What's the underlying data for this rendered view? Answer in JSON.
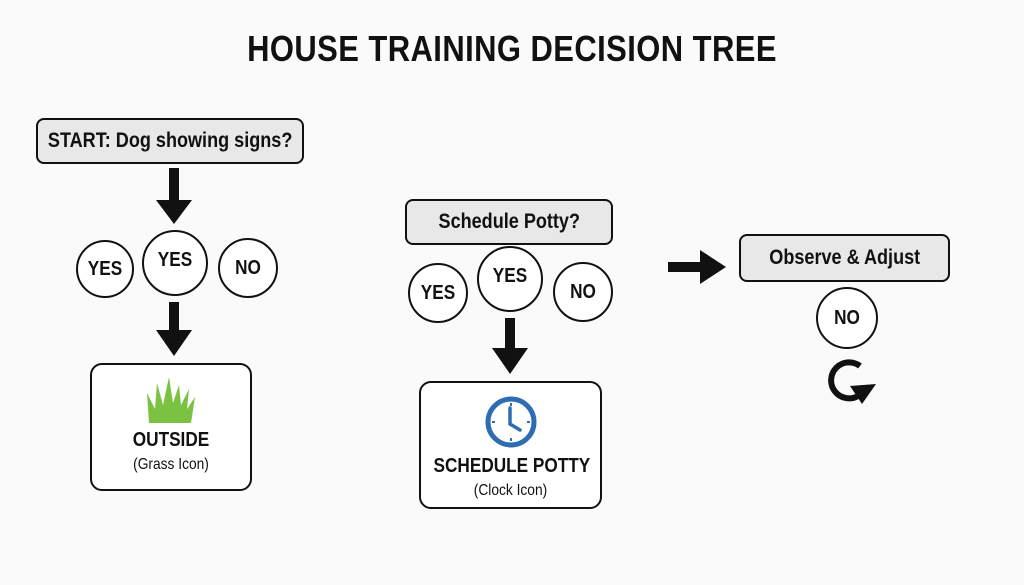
{
  "title": "HOUSE TRAINING DECISION TREE",
  "colors": {
    "background": "#fafafa",
    "box_fill": "#e8e8e8",
    "stroke": "#111111",
    "grass": "#7cc242",
    "clock": "#2f6db3"
  },
  "branch_left": {
    "question": "START: Dog showing signs?",
    "options": [
      "YES",
      "YES",
      "NO"
    ],
    "result": {
      "label": "OUTSIDE",
      "sublabel": "(Grass Icon)",
      "icon": "grass-icon"
    }
  },
  "branch_middle": {
    "question": "Schedule Potty?",
    "options": [
      "YES",
      "YES",
      "NO"
    ],
    "result": {
      "label": "SCHEDULE POTTY",
      "sublabel": "(Clock Icon)",
      "icon": "clock-icon"
    }
  },
  "branch_right": {
    "question": "Observe & Adjust",
    "options": [
      "NO"
    ],
    "icon": "refresh-loop-icon"
  }
}
